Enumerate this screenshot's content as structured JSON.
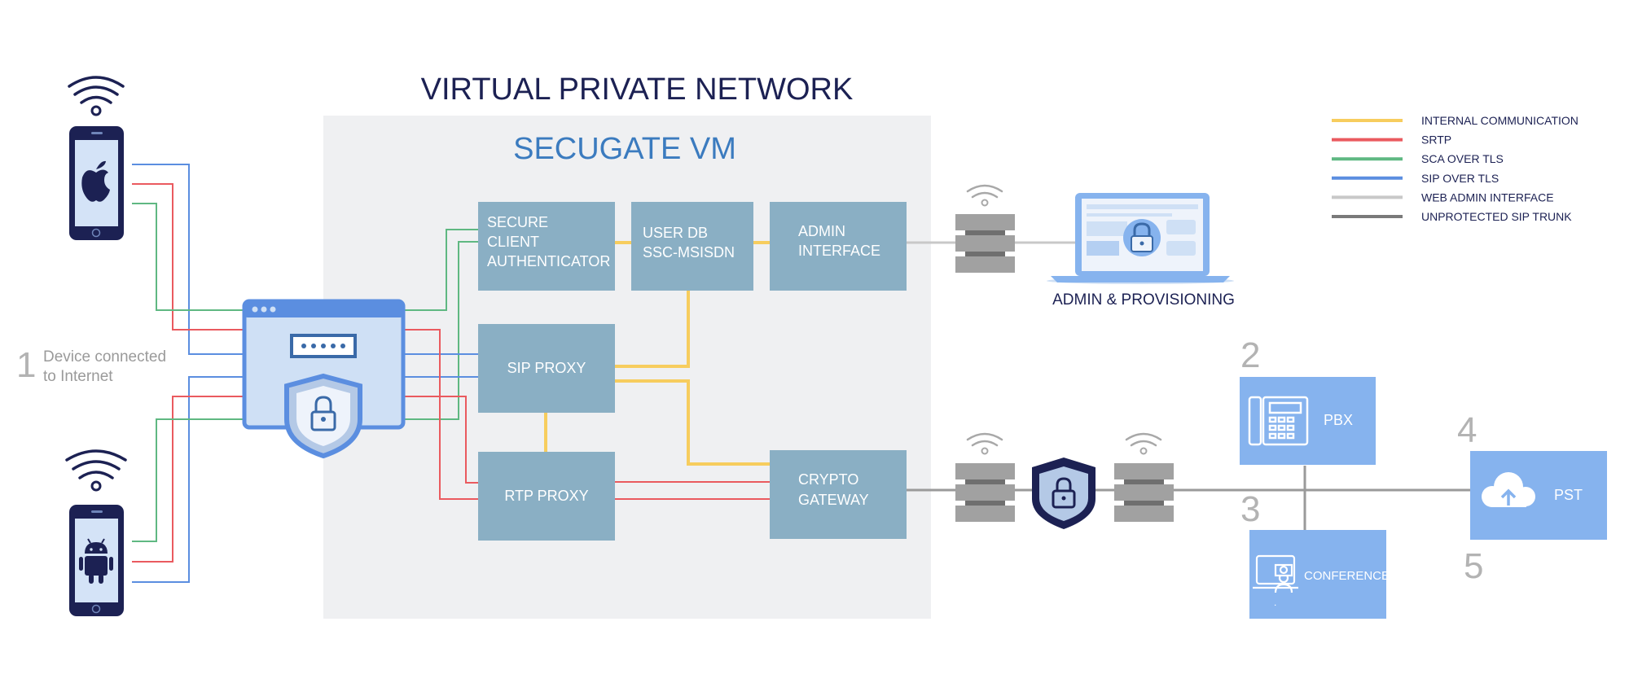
{
  "title": "VIRTUAL PRIVATE NETWORK",
  "vm_label": "SECUGATE VM",
  "nodes": {
    "authenticator": [
      "SECURE",
      "CLIENT",
      "AUTHENTICATOR"
    ],
    "userdb": [
      "USER DB",
      "SSC-MSISDN"
    ],
    "admin_interface": [
      "ADMIN",
      "INTERFACE"
    ],
    "sip_proxy": "SIP PROXY",
    "rtp_proxy": "RTP PROXY",
    "crypto_gateway": [
      "CRYPTO",
      "GATEWAY"
    ],
    "pbx": "PBX",
    "conference": "CONFERENCE",
    "conference_dot": ".",
    "pst": "PST"
  },
  "admin_provisioning_label": "ADMIN & PROVISIONING",
  "device_label": {
    "number": "1",
    "lines": [
      "Device connected",
      "to Internet"
    ]
  },
  "numbers": {
    "pbx": "2",
    "conference": "3",
    "pst_top": "4",
    "pst_bottom": "5"
  },
  "legend": [
    {
      "label": "INTERNAL COMMUNICATION",
      "color": "#f7cd5e"
    },
    {
      "label": "SRTP",
      "color": "#ea5a5f"
    },
    {
      "label": "SCA OVER TLS",
      "color": "#5fb882"
    },
    {
      "label": "SIP OVER TLS",
      "color": "#5b8ee0"
    },
    {
      "label": "WEB ADMIN INTERFACE",
      "color": "#c8c8c8"
    },
    {
      "label": "UNPROTECTED SIP TRUNK",
      "color": "#7a7a7a"
    }
  ],
  "icons": {
    "iphone": "apple-icon",
    "android": "android-icon",
    "wifi": "wifi-icon",
    "shield": "shield-lock-icon",
    "server": "server-icon",
    "laptop": "laptop-lock-icon",
    "phone": "desk-phone-icon",
    "conference": "video-conference-icon",
    "cloud": "cloud-upload-icon"
  },
  "colors": {
    "node_box": "#8aafc4",
    "blue_box": "#86b3ee",
    "vm_background": "#eff0f2",
    "title": "#1c2153",
    "vm_label": "#3b7bbf"
  }
}
